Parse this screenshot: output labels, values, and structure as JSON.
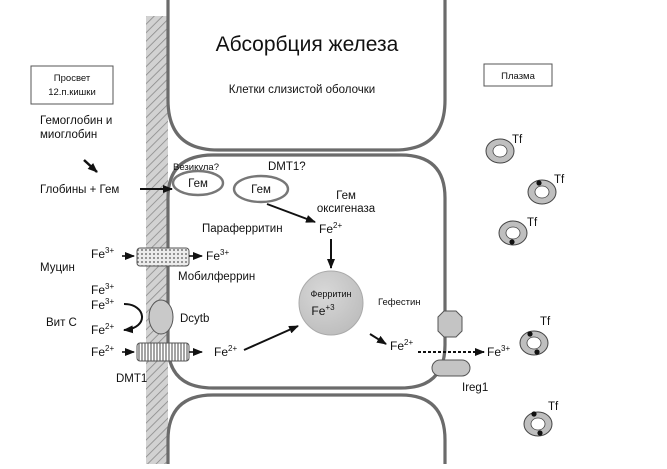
{
  "title": "Абсорбция железа",
  "subtitle": "Клетки слизистой оболочки",
  "box_lumen": {
    "line1": "Просвет",
    "line2": "12.п.кишки"
  },
  "box_plasma": "Плазма",
  "labels": {
    "hemoglobin_line1": "Гемоглобин и",
    "hemoglobin_line2": "миоглобин",
    "globin_heme": "Глобины + Гем",
    "vesicle": "Везикула?",
    "dmt1_q": "DMT1?",
    "heme1": "Гем",
    "heme2": "Гем",
    "heme_ox_line1": "Гем",
    "heme_ox_line2": "оксигеназа",
    "paraferritin": "Параферритин",
    "mucin": "Муцин",
    "mobilferrin": "Мобилферрин",
    "vit_c": "Вит C",
    "dcytb": "Dcytb",
    "dmt1": "DMT1",
    "ferritin": "Ферритин",
    "hephaestin": "Гефестин",
    "ireg1": "Ireg1",
    "tf": "Tf"
  },
  "fe": {
    "base": "Fe",
    "ox3": "3+",
    "ox2": "2+",
    "ferritin_ox": "+3"
  }
}
